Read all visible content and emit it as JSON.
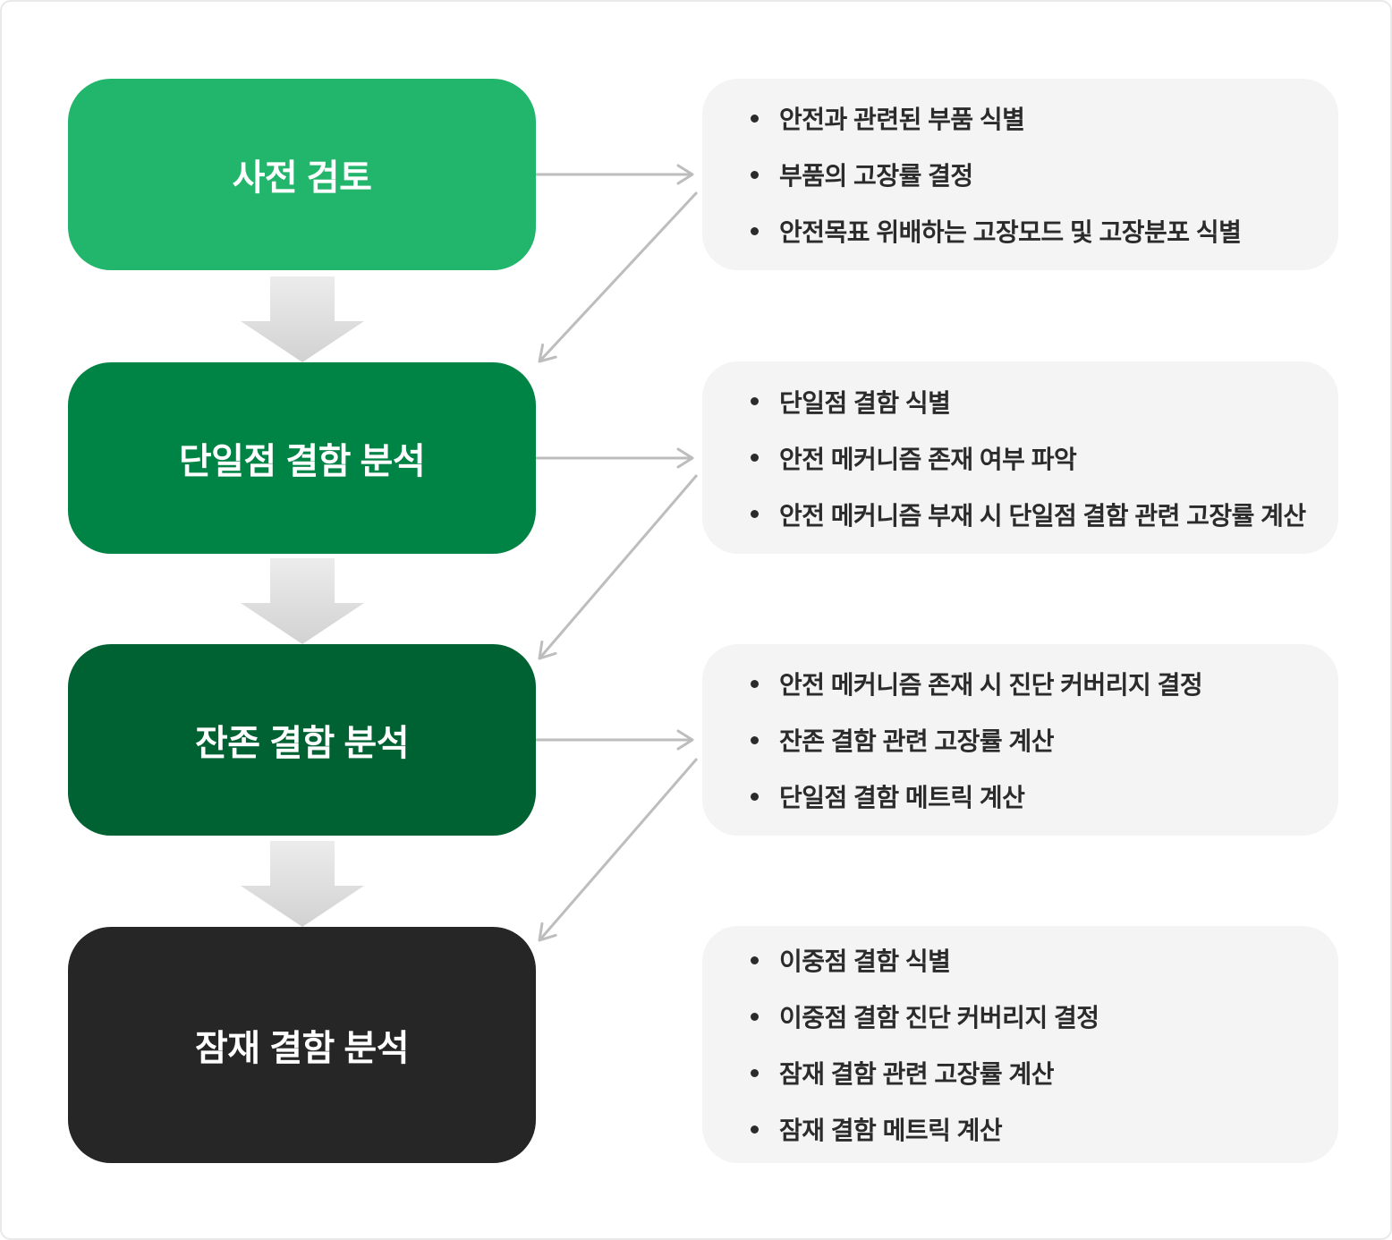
{
  "diagram": {
    "steps": [
      {
        "label": "사전 검토",
        "color": "#22B56C",
        "bullets": [
          "안전과 관련된 부품 식별",
          "부품의 고장률 결정",
          "안전목표 위배하는 고장모드 및 고장분포 식별"
        ]
      },
      {
        "label": "단일점 결함 분석",
        "color": "#008445",
        "bullets": [
          "단일점 결함 식별",
          "안전 메커니즘 존재 여부 파악",
          "안전 메커니즘 부재 시 단일점 결함 관련 고장률 계산"
        ]
      },
      {
        "label": "잔존 결함 분석",
        "color": "#006232",
        "bullets": [
          "안전 메커니즘 존재 시 진단 커버리지 결정",
          "잔존 결함 관련 고장률 계산",
          "단일점 결함 메트릭 계산"
        ]
      },
      {
        "label": "잠재 결함 분석",
        "color": "#262626",
        "bullets": [
          "이중점 결함 식별",
          "이중점 결함 진단 커버리지 결정",
          "잠재 결함 관련 고장률 계산",
          "잠재 결함 메트릭 계산"
        ]
      }
    ],
    "colors": {
      "step1": "#22B56C",
      "step2": "#008445",
      "step3": "#006232",
      "step4": "#262626",
      "detail_card_background": "#F4F4F4",
      "connector_arrow": "#BDBDBD",
      "block_arrow_light": "#ECECEC",
      "block_arrow_dark": "#D2D2D2",
      "bullet_text": "#2B2B2B",
      "canvas_border": "#E9E9E9"
    }
  }
}
